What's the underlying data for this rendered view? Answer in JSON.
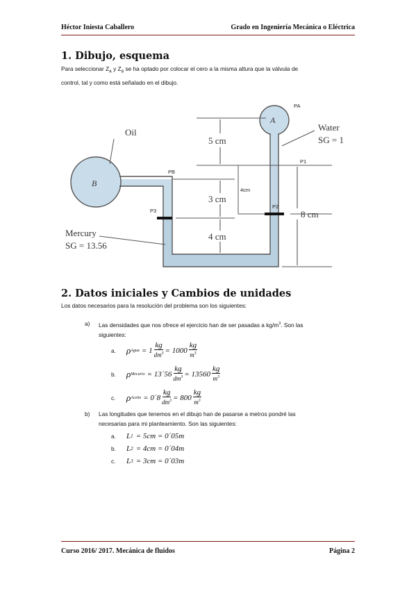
{
  "header": {
    "left": "Héctor Iniesta Caballero",
    "right": "Grado en Ingeniería Mecánica o Eléctrica"
  },
  "section1": {
    "title": "1. Dibujo, esquema",
    "p1": "Para seleccionar Z",
    "sa": "A",
    "y": " y Z",
    "sb": "B",
    "p2": " se ha optado por colocar el cero a la misma altura que la válvula de",
    "p3": "control, tal y como está señalado en el dibujo."
  },
  "diagram": {
    "oil": "Oil",
    "b": "B",
    "a": "A",
    "pa": "PA",
    "pb": "PB",
    "p1": "P1",
    "p2": "P2",
    "p3": "P3",
    "water1": "Water",
    "water2": "SG = 1",
    "mercury1": "Mercury",
    "mercury2": "SG = 13.56",
    "d5": "5 cm",
    "d3": "3 cm",
    "d4": "4 cm",
    "d8": "8 cm",
    "d4b": "4cm"
  },
  "section2": {
    "title": "2. Datos iniciales y Cambios de unidades",
    "intro": "Los datos necesarios para la resolución del problema son los siguientes:",
    "a_label": "a)",
    "a_text1": "Las densidades que nos ofrece el ejercicio han de ser pasadas a kg/m",
    "a_sup": "3",
    "a_text2": ". Son las",
    "a_text3": "siguientes:",
    "b_label": "b)",
    "b_text1": "Las longitudes que tenemos en el dibujo han de pasarse a metros pondré las",
    "b_text2": "necesarias para mi planteamiento. Son las siguientes:"
  },
  "densities": [
    {
      "label": "a.",
      "sub": "Agua",
      "v1": "= 1",
      "v2": "= 1000"
    },
    {
      "label": "b.",
      "sub": "Mecurio",
      "v1": "= 13´56",
      "v2": "= 13560"
    },
    {
      "label": "c.",
      "sub": "Aceite",
      "v1": "= 0´8",
      "v2": "= 800"
    }
  ],
  "units": {
    "kg": "kg",
    "dm": "dm",
    "m": "m",
    "cube": "3",
    "rho": "ρ"
  },
  "lengths": [
    {
      "label": "a.",
      "var": "L",
      "idx": "1",
      "val": "= 5cm = 0´05m"
    },
    {
      "label": "b.",
      "var": "L",
      "idx": "2",
      "val": "= 4cm = 0´04m"
    },
    {
      "label": "c.",
      "var": "L",
      "idx": "3",
      "val": "= 3cm = 0´03m"
    }
  ],
  "footer": {
    "left": "Curso 2016/ 2017. Mecánica de fluidos",
    "right": "Página 2"
  }
}
